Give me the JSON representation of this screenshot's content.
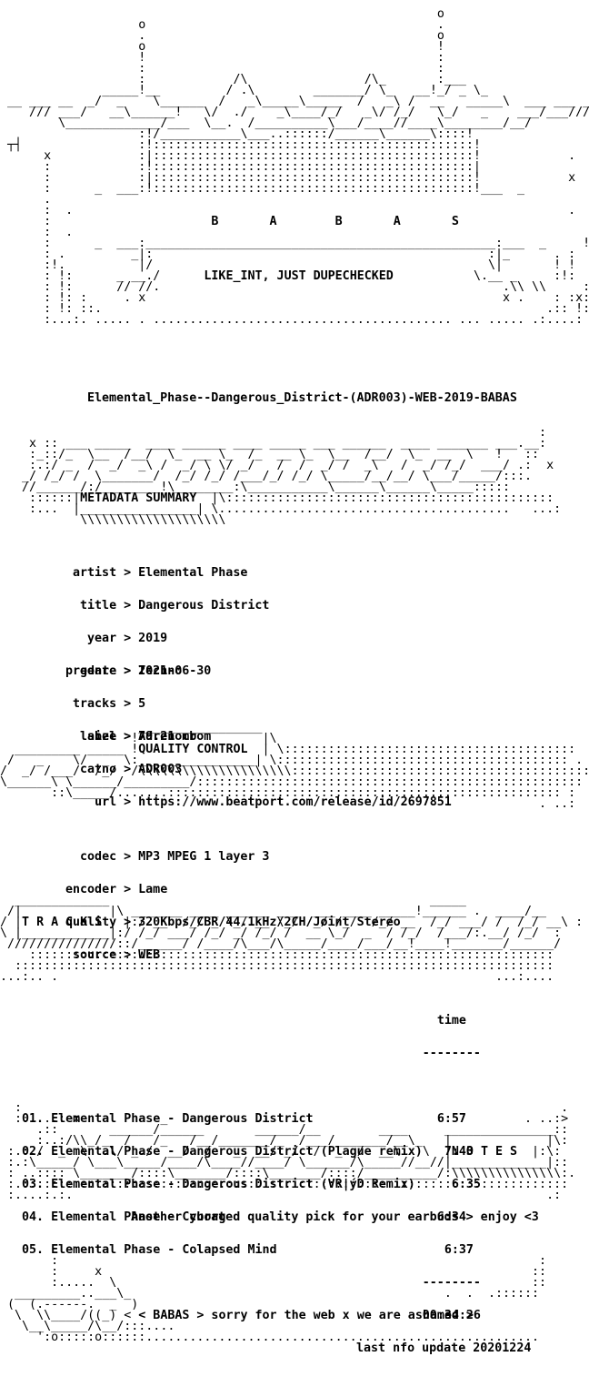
{
  "header": {
    "art": "                                                            o\n                   o                                        .\n                   .                                        o\n                   o                                        !\n                   !                                        :\n                   :                                        :\n                   :            /\\                /\\_       :___\n              _____!__         / .\\        _______/ \\_   __!_/ _ \\_\n __ ___ __  _/  _    \\______  /   _\\_____\\_____  /   _\\ /  __   _____\\  ___ ___ __\n    /// ___/   __\\______!   \\/  ./    _\\____/_/   _\\/ /_/   \\_/   _    ___/___///\n        \\_____________/___  \\__.  /__________\\___/____//____\\________/__/\n                   :!/___________\\___..::::::/______\\______\\::::!\n                   :!::::::::::::::::::::::::::::::::::::::::::::!\n                   :|::::::::::::::::::::::::::::::::::::::::::::!\n                   :!::::::::::::::::::::::::::::::::::::::::::::|\n                   :|::::::::::::::::::::::::::::::::::::::::::::!\n       .     _  ___:!::::::::::::::::::::::::::::::::::::::::::::!___  _     x\n       .",
    "logo_letters": "                      B       A        B       A       S",
    "tagline": "LIKE_INT, JUST DUPECHECKED",
    "release_name": "Elemental_Phase--Dangerous_District-(ADR003)-WEB-2019-BABAS",
    "side_mark": "┬┤"
  },
  "metadata": {
    "section_title": "METADATA SUMMARY",
    "fields": [
      {
        "key": "artist",
        "value": "Elemental Phase"
      },
      {
        "key": "title",
        "value": "Dangerous District"
      },
      {
        "key": "year",
        "value": "2019"
      },
      {
        "key": "genre",
        "value": "Techno"
      },
      {
        "key": "label",
        "value": "Adrenocrom"
      },
      {
        "key": "catno",
        "value": "ADR003"
      },
      {
        "key": "predate",
        "value": "2021-06-30"
      },
      {
        "key": "tracks",
        "value": "5"
      },
      {
        "key": "size",
        "value": "79.21 mb"
      },
      {
        "key": "url",
        "value": "https://www.beatport.com/release/id/2697851"
      }
    ]
  },
  "quality": {
    "section_title": "QUALITY CONTROL",
    "fields": [
      {
        "key": "codec",
        "value": "MP3 MPEG 1 layer 3"
      },
      {
        "key": "encoder",
        "value": "Lame"
      },
      {
        "key": "quality",
        "value": "320Kbps/CBR/44.1kHz/2CH/Joint Stereo"
      },
      {
        "key": "source",
        "value": "WEB"
      }
    ]
  },
  "tracks": {
    "section_title": "T R A C K S",
    "time_header": "time",
    "items": [
      {
        "no": "01.",
        "name": "Elemental Phase - Dangerous District",
        "time": "6:57"
      },
      {
        "no": "02.",
        "name": "Elemental Phase - Dangerous District (Plague remix)",
        "time": "7:43"
      },
      {
        "no": "03.",
        "name": "Elemental Phase - Dangerous District (VR|ýD Remix)",
        "time": "6:35"
      },
      {
        "no": "04.",
        "name": "Elemental Phase - Cyborg",
        "time": "6:34"
      },
      {
        "no": "05.",
        "name": "Elemental Phase - Colapsed Mind",
        "time": "6:37"
      }
    ],
    "total_time": "00:34:26"
  },
  "notes": {
    "section_title": "N O T E S",
    "text": "Another curated quality pick for your earbuds > enjoy <3"
  },
  "footer": {
    "message": "< BABAS > sorry for the web x we are ashamed >",
    "last_update": "last nfo update 20201224"
  }
}
